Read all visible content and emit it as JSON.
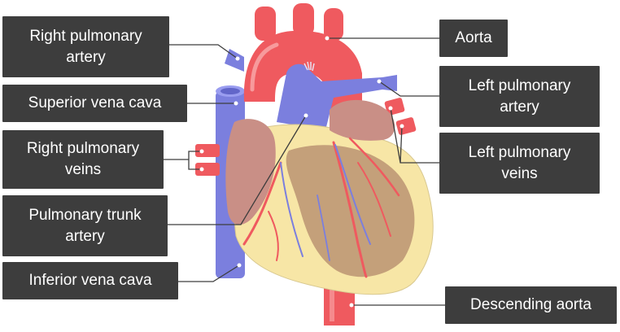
{
  "labels": {
    "right_pulmonary_artery": "Right pulmonary\nartery",
    "superior_vena_cava": "Superior vena cava",
    "right_pulmonary_veins": "Right pulmonary\nveins",
    "pulmonary_trunk_artery": "Pulmonary trunk\nartery",
    "inferior_vena_cava": "Inferior vena cava",
    "aorta": "Aorta",
    "left_pulmonary_artery": "Left pulmonary\nartery",
    "left_pulmonary_veins": "Left pulmonary\nveins",
    "descending_aorta": "Descending aorta"
  },
  "colors": {
    "label_bg": "#3d3d3d",
    "label_text": "#ffffff",
    "aorta_red": "#ef5a5f",
    "vessel_blue": "#7b7fde",
    "heart_yellow": "#f7e6a6",
    "muscle_tan": "#c4a07a",
    "atrium_pink": "#c98f86",
    "leader_line": "#3d3d3d"
  }
}
